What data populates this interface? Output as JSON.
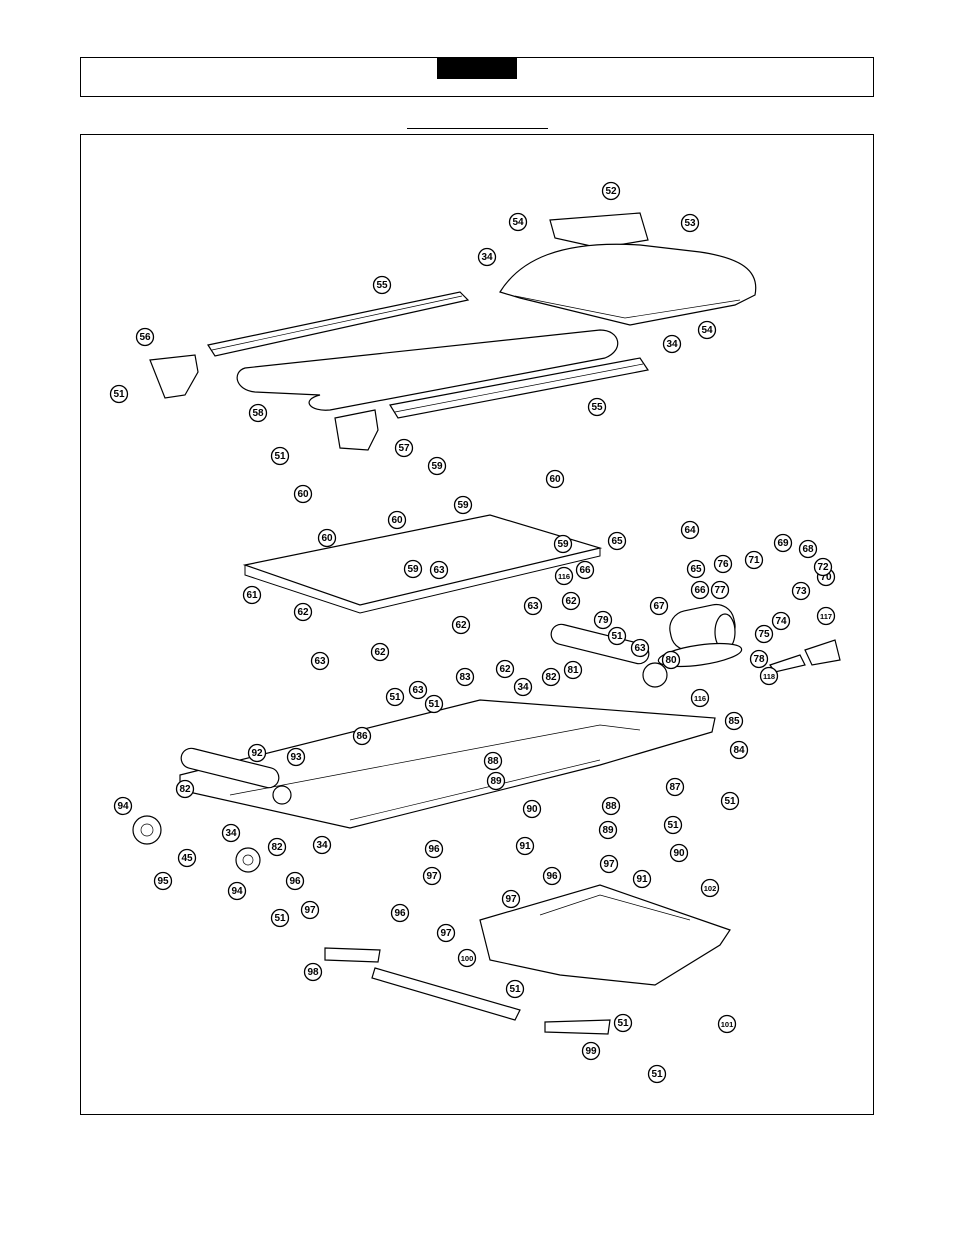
{
  "header": {
    "tab_label": ""
  },
  "callouts": [
    "52",
    "54",
    "53",
    "34",
    "55",
    "56",
    "54",
    "34",
    "51",
    "58",
    "55",
    "51",
    "57",
    "59",
    "60",
    "59",
    "60",
    "60",
    "59",
    "60",
    "61",
    "59",
    "63",
    "116",
    "66",
    "62",
    "65",
    "64",
    "69",
    "68",
    "71",
    "76",
    "70",
    "72",
    "77",
    "65",
    "66",
    "67",
    "73",
    "74",
    "117",
    "75",
    "63",
    "62",
    "62",
    "63",
    "62",
    "63",
    "62",
    "51",
    "79",
    "63",
    "80",
    "78",
    "118",
    "83",
    "34",
    "82",
    "81",
    "51",
    "51",
    "116",
    "86",
    "85",
    "92",
    "93",
    "84",
    "88",
    "89",
    "87",
    "82",
    "94",
    "51",
    "90",
    "34",
    "88",
    "89",
    "51",
    "45",
    "82",
    "34",
    "96",
    "91",
    "90",
    "95",
    "94",
    "97",
    "96",
    "97",
    "96",
    "91",
    "97",
    "102",
    "51",
    "97",
    "96",
    "97",
    "98",
    "100",
    "51",
    "51",
    "99",
    "101",
    "51"
  ]
}
